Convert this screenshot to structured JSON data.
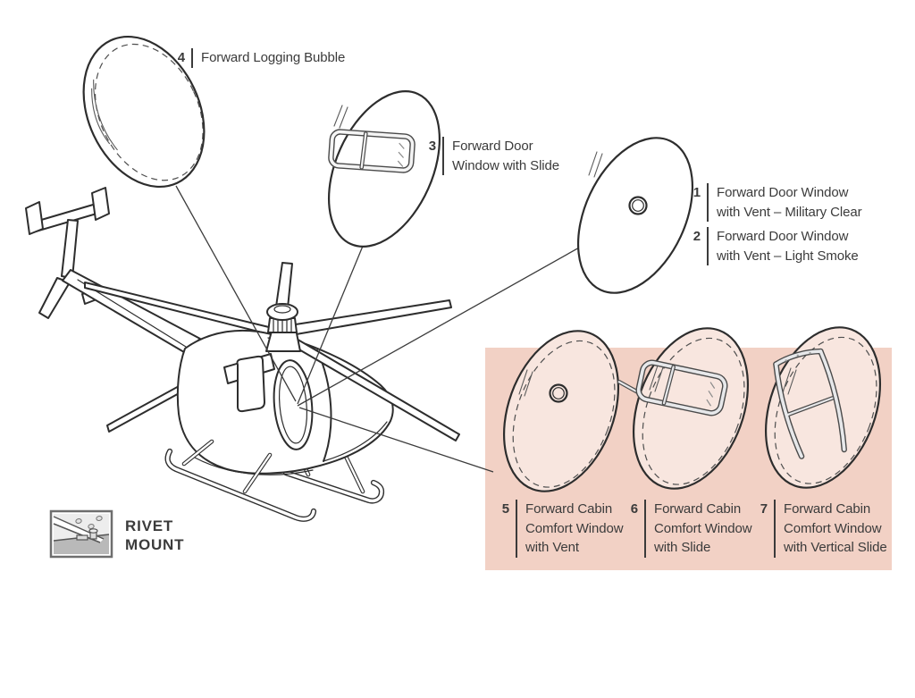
{
  "colors": {
    "bg": "#ffffff",
    "ink": "#2d2d2d",
    "label": "#3b3b3b",
    "leader": "#3c3c3c",
    "dash": "#4f4f4f",
    "panel": "#f2d1c5",
    "window_tint": "#f8e6df",
    "frame_gray": "#e7e8ea"
  },
  "callouts": [
    {
      "number": "1",
      "lines": [
        "Forward Door Window",
        "with Vent – Military Clear"
      ]
    },
    {
      "number": "2",
      "lines": [
        "Forward Door Window",
        "with Vent – Light Smoke"
      ]
    },
    {
      "number": "3",
      "lines": [
        "Forward Door",
        "Window with Slide"
      ]
    },
    {
      "number": "4",
      "lines": [
        "Forward Logging Bubble"
      ]
    },
    {
      "number": "5",
      "lines": [
        "Forward Cabin",
        "Comfort Window",
        "with Vent"
      ]
    },
    {
      "number": "6",
      "lines": [
        "Forward Cabin",
        "Comfort Window",
        "with Slide"
      ]
    },
    {
      "number": "7",
      "lines": [
        "Forward Cabin",
        "Comfort Window",
        "with Vertical Slide"
      ]
    }
  ],
  "legend": {
    "rivet_mount": [
      "RIVET",
      "MOUNT"
    ]
  }
}
